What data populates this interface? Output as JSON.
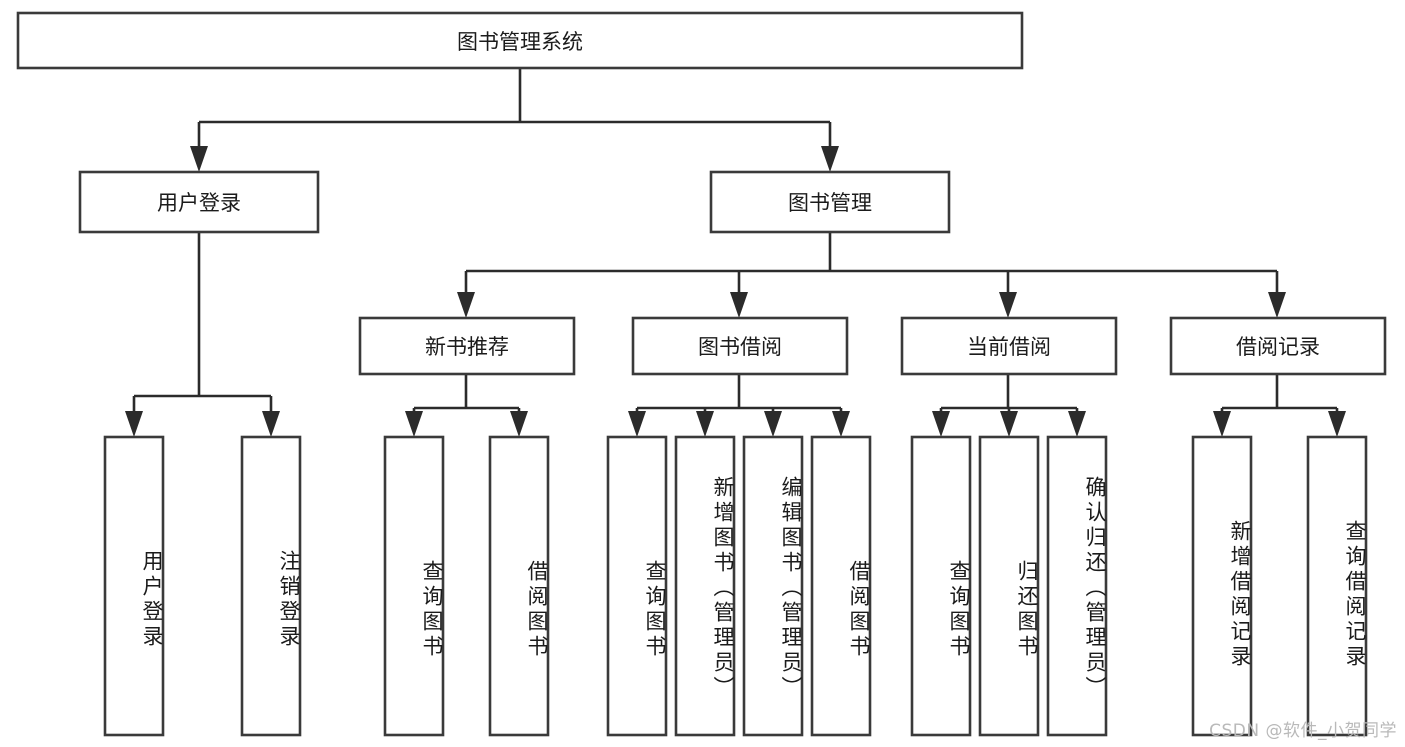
{
  "diagram": {
    "type": "tree-flowchart",
    "title_node": {
      "label": "图书管理系统"
    },
    "level2": [
      {
        "label": "用户登录"
      },
      {
        "label": "图书管理"
      }
    ],
    "level3": [
      {
        "label": "新书推荐"
      },
      {
        "label": "图书借阅"
      },
      {
        "label": "当前借阅"
      },
      {
        "label": "借阅记录"
      }
    ],
    "leaves": {
      "user_login": [
        {
          "label": "用户登录"
        },
        {
          "label": "注销登录"
        }
      ],
      "new_book_recommend": [
        {
          "label": "查询图书"
        },
        {
          "label": "借阅图书"
        }
      ],
      "book_borrow": [
        {
          "label": "查询图书"
        },
        {
          "label": "新增图书（管理员）"
        },
        {
          "label": "编辑图书（管理员）"
        },
        {
          "label": "借阅图书"
        }
      ],
      "current_borrow": [
        {
          "label": "查询图书"
        },
        {
          "label": "归还图书"
        },
        {
          "label": "确认归还（管理员）"
        }
      ],
      "borrow_record": [
        {
          "label": "新增借阅记录"
        },
        {
          "label": "查询借阅记录"
        }
      ]
    }
  },
  "watermark": {
    "text": "CSDN @软件_小贺同学"
  },
  "colors": {
    "box_stroke": "#3a3a3a",
    "connector": "#2b2b2b",
    "text": "#1b1b1b",
    "background": "#ffffff",
    "watermark": "#b9b9b9"
  }
}
